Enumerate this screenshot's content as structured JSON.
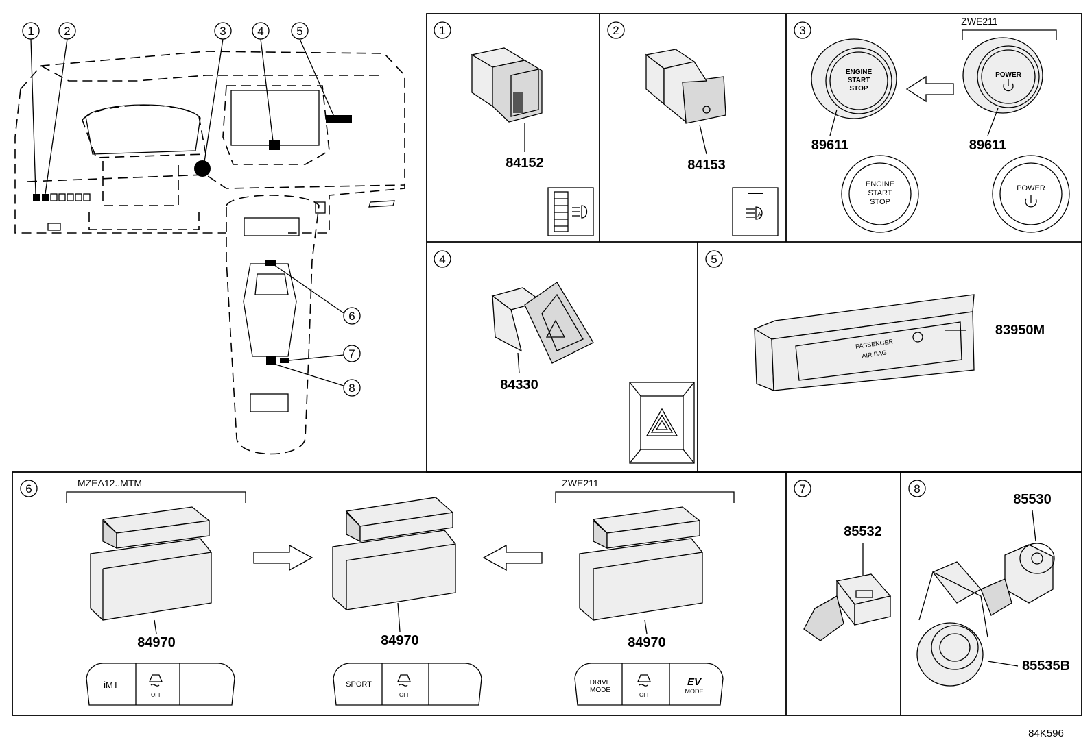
{
  "panels": [
    {
      "callout": "1",
      "part_numbers": [
        "84152"
      ]
    },
    {
      "callout": "2",
      "part_numbers": [
        "84153"
      ]
    },
    {
      "callout": "3",
      "model_note": "ZWE211",
      "part_numbers": [
        "89611",
        "89611"
      ],
      "button_text_a": [
        "ENGINE",
        "START",
        "STOP"
      ],
      "button_text_b": "POWER"
    },
    {
      "callout": "4",
      "part_numbers": [
        "84330"
      ]
    },
    {
      "callout": "5",
      "part_numbers": [
        "83950M"
      ],
      "label_text": [
        "PASSENGER",
        "AIR BAG"
      ]
    },
    {
      "callout": "6",
      "model_notes": [
        "MZEA12..MTM",
        "ZWE211"
      ],
      "part_numbers": [
        "84970",
        "84970",
        "84970"
      ],
      "switch_labels": [
        [
          "iMT",
          "OFF",
          ""
        ],
        [
          "SPORT",
          "OFF",
          ""
        ],
        [
          "DRIVE\nMODE",
          "OFF",
          "EV\nMODE"
        ]
      ]
    },
    {
      "callout": "7",
      "part_numbers": [
        "85532"
      ]
    },
    {
      "callout": "8",
      "part_numbers": [
        "85530",
        "85535B"
      ]
    }
  ],
  "overview_callouts": [
    "1",
    "2",
    "3",
    "4",
    "5",
    "6",
    "7",
    "8"
  ],
  "diagram_code": "84K596"
}
